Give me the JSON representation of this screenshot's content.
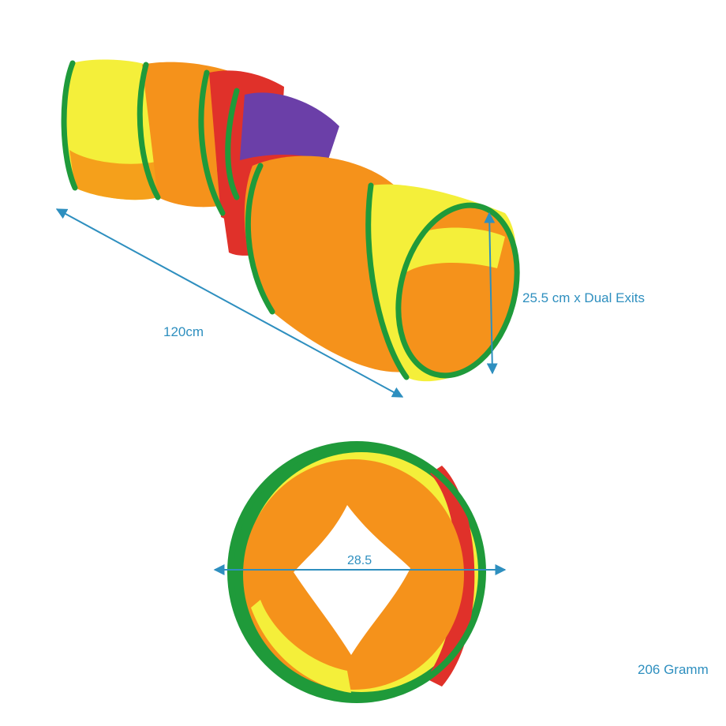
{
  "dimensions": {
    "length": "120cm",
    "diameter_exits": "25.5 cm x Dual Exits",
    "folded_diameter": "28.5",
    "weight": "206 Gramm"
  },
  "colors": {
    "measure_line": "#2e8fbf",
    "trim_green": "#1f9a3a",
    "yellow": "#f4ef3a",
    "orange": "#f5921b",
    "red": "#e0312a",
    "purple": "#6b3fa8"
  }
}
